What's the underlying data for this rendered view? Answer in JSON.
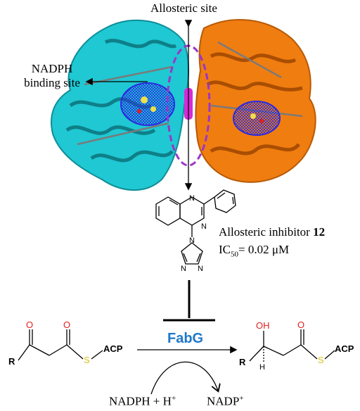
{
  "labels": {
    "allosteric_site": "Allosteric site",
    "nadph_line1": "NADPH",
    "nadph_line2": "binding site",
    "inhibitor_name": "Allosteric inhibitor",
    "inhibitor_number": "12",
    "ic50_prefix": "IC",
    "ic50_sub": "50",
    "ic50_value": "= 0.02 μM",
    "enzyme": "FabG",
    "cofactor_in": "NADPH + H",
    "cofactor_in_sup": "+",
    "cofactor_out": "NADP",
    "cofactor_out_sup": "+"
  },
  "structures": {
    "substrate": {
      "r": "R",
      "o1": "O",
      "o2": "O",
      "s": "S",
      "acp": "ACP"
    },
    "product": {
      "r": "R",
      "oh": "OH",
      "h": "H",
      "o": "O",
      "s": "S",
      "acp": "ACP"
    },
    "inhibitor_atoms": [
      "N",
      "N",
      "N",
      "N",
      "N"
    ]
  },
  "colors": {
    "monomer_a": "#1fc8d2",
    "monomer_b": "#f07d10",
    "cofactor_mesh": "#2a2ae0",
    "allosteric_outline": "#9b35c8",
    "enzyme_label": "#1f78c8",
    "oxygen": "#e0201e",
    "sulfur": "#d7c21a",
    "nitrogen": "#1f3fd0"
  }
}
